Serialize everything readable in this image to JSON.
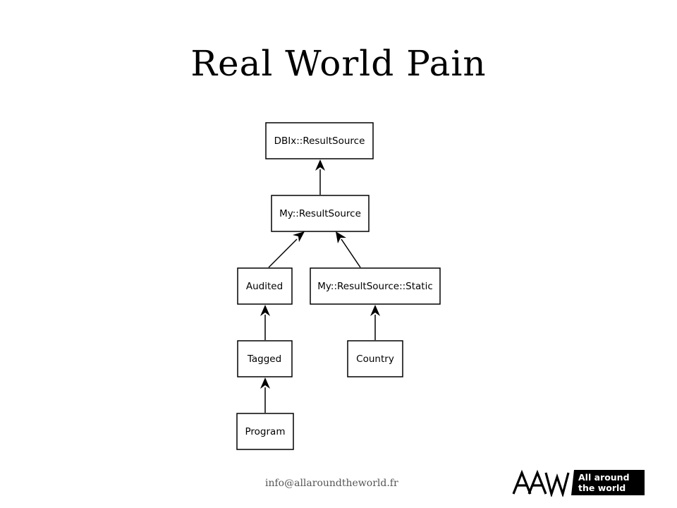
{
  "slide": {
    "title": "Real World Pain"
  },
  "diagram": {
    "nodes": [
      {
        "id": "dbix",
        "label": "DBIx::ResultSource"
      },
      {
        "id": "myrs",
        "label": "My::ResultSource"
      },
      {
        "id": "audited",
        "label": "Audited"
      },
      {
        "id": "static",
        "label": "My::ResultSource::Static"
      },
      {
        "id": "tagged",
        "label": "Tagged"
      },
      {
        "id": "country",
        "label": "Country"
      },
      {
        "id": "program",
        "label": "Program"
      }
    ],
    "edges": [
      {
        "from": "myrs",
        "to": "dbix"
      },
      {
        "from": "audited",
        "to": "myrs"
      },
      {
        "from": "static",
        "to": "myrs"
      },
      {
        "from": "tagged",
        "to": "audited"
      },
      {
        "from": "country",
        "to": "static"
      },
      {
        "from": "program",
        "to": "tagged"
      }
    ]
  },
  "footer": {
    "email": "info@allaroundtheworld.fr",
    "logo_text_line1": "All around",
    "logo_text_line2": "the world",
    "logo_color": "#000000"
  }
}
